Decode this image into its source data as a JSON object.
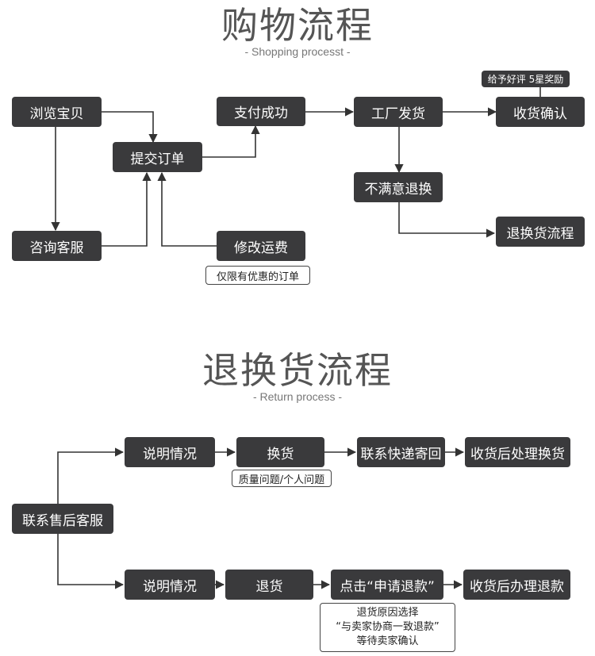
{
  "shopping": {
    "title": "购物流程",
    "subtitle": "- Shopping processt -",
    "nodes": {
      "browse": "浏览宝贝",
      "consult": "咨询客服",
      "submit": "提交订单",
      "modify": "修改运费",
      "pay": "支付成功",
      "ship": "工厂发货",
      "unsatisfied": "不满意退换",
      "confirm": "收货确认",
      "return_flow": "退换货流程"
    },
    "notes": {
      "coupon": "仅限有优惠的订单",
      "review": "给予好评 5星奖励"
    }
  },
  "returns": {
    "title": "退换货流程",
    "subtitle": "- Return process -",
    "nodes": {
      "contact": "联系售后客服",
      "explain_top": "说明情况",
      "exchange": "换货",
      "express": "联系快递寄回",
      "after_exchange": "收货后处理换货",
      "explain_bottom": "说明情况",
      "refund": "退货",
      "click_refund": "点击“申请退款”",
      "after_refund": "收货后办理退款"
    },
    "notes": {
      "quality": "质量问题/个人问题",
      "refund_line1": "退货原因选择",
      "refund_line2": "“与卖家协商一致退款”",
      "refund_line3": "等待卖家确认"
    }
  }
}
